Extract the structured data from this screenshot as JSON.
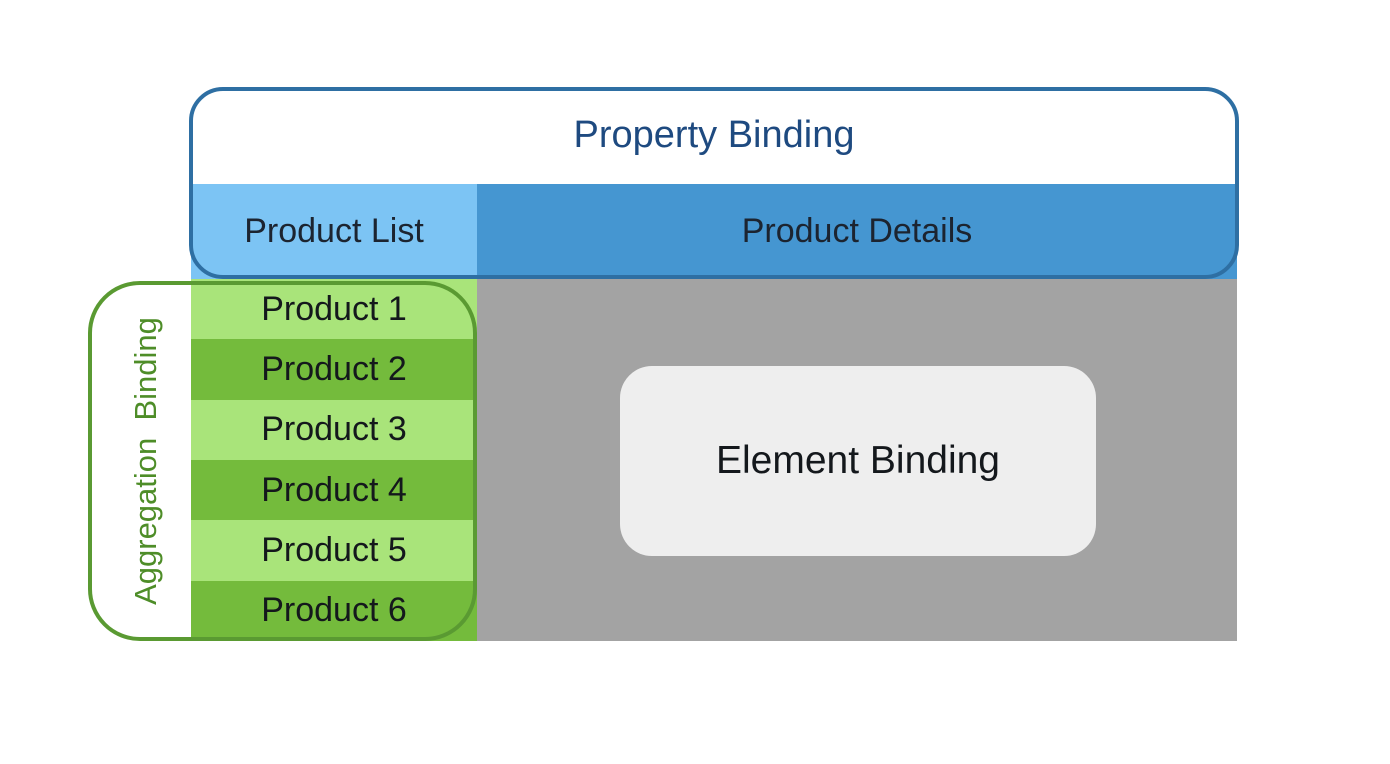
{
  "property_binding": {
    "label": "Property Binding"
  },
  "headers": {
    "product_list": "Product List",
    "product_details": "Product Details"
  },
  "products": [
    "Product 1",
    "Product 2",
    "Product 3",
    "Product 4",
    "Product 5",
    "Product 6"
  ],
  "aggregation_binding": {
    "label": "Aggregation  Binding"
  },
  "element_binding": {
    "label": "Element Binding"
  },
  "colors": {
    "property_outline": "#2e6fa3",
    "header_light_blue": "#7cc4f4",
    "header_dark_blue": "#4596d1",
    "row_light_green": "#a9e47a",
    "row_dark_green": "#74bb3c",
    "aggregation_outline": "#5a9a32",
    "details_gray": "#a3a3a3",
    "element_box": "#eeeeee"
  }
}
